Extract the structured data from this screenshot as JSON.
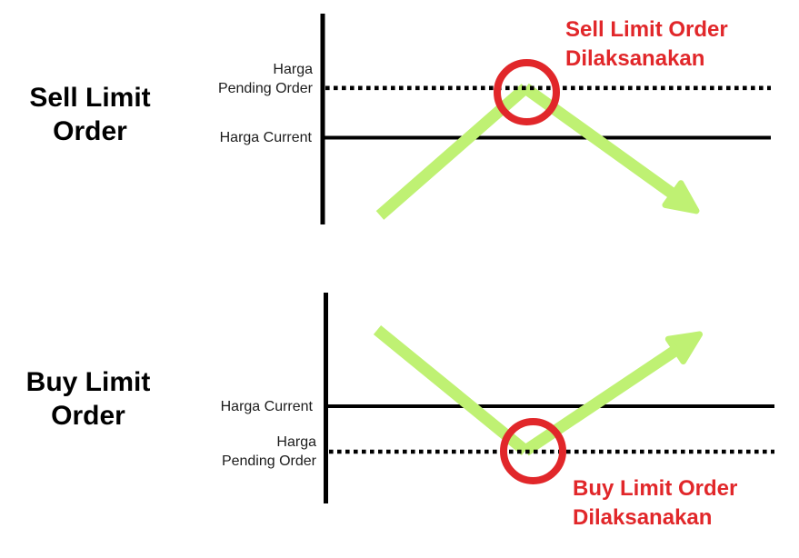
{
  "colors": {
    "background": "#ffffff",
    "line_black": "#000000",
    "label_text": "#1c1c1c",
    "arrow_green": "#bff173",
    "accent_red": "#e1272a"
  },
  "panels": [
    {
      "title_line1": "Sell Limit",
      "title_line2": "Order",
      "pending_label_line1": "Harga",
      "pending_label_line2": "Pending Order",
      "current_label": "Harga Current",
      "annotation_line1": "Sell Limit Order",
      "annotation_line2": "Dilaksanakan",
      "price_movement": "rises-peaks-at-pending-level-then-falls",
      "pending_level_position": "above current price"
    },
    {
      "title_line1": "Buy Limit",
      "title_line2": "Order",
      "pending_label_line1": "Harga",
      "pending_label_line2": "Pending Order",
      "current_label": "Harga Current",
      "annotation_line1": "Buy Limit Order",
      "annotation_line2": "Dilaksanakan",
      "price_movement": "falls-bottoms-at-pending-level-then-rises",
      "pending_level_position": "below current price"
    }
  ]
}
